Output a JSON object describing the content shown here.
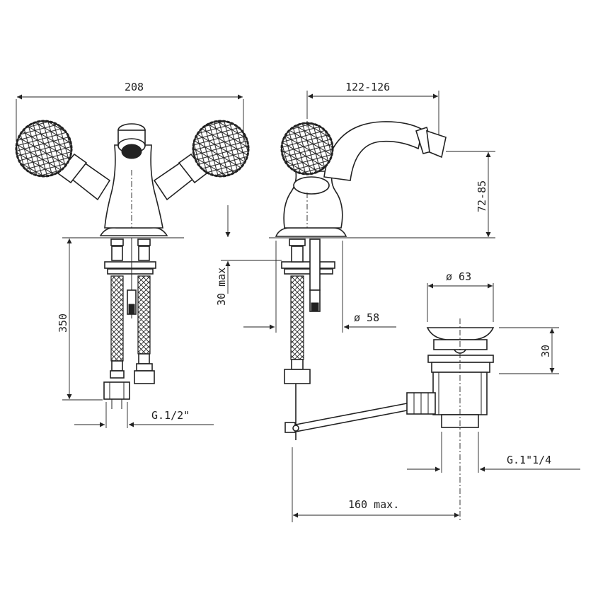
{
  "dimensions": {
    "width_overall": "208",
    "spout_reach": "122-126",
    "spout_height": "72-85",
    "max_deck_thickness": "30 max",
    "fixing_hole": "ø 58",
    "hose_length": "350",
    "supply_thread": "G.1/2\"",
    "waste_diameter": "ø 63",
    "waste_height": "30",
    "waste_thread": "G.1\"1/4",
    "rod_length": "160 max."
  },
  "colors": {
    "line": "#222222",
    "background": "#ffffff"
  }
}
